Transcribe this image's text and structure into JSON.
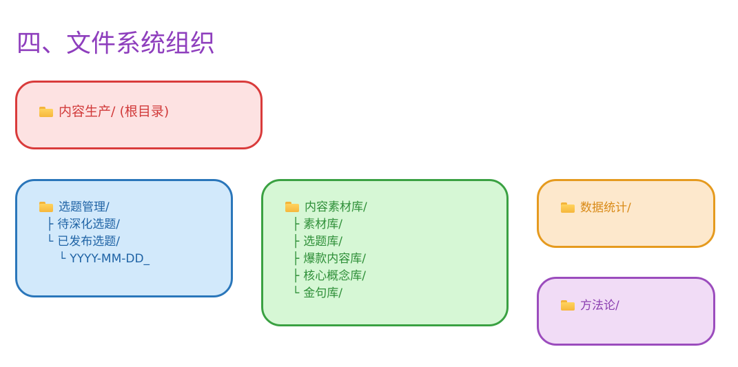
{
  "title": "四、文件系统组织",
  "icons": {
    "folder": "folder-icon"
  },
  "colors": {
    "title": "#8e3ebd",
    "root": {
      "fill": "#fde2e2",
      "stroke": "#d93b3b",
      "text": "#d13a3a"
    },
    "topics": {
      "fill": "#d2e9fb",
      "stroke": "#2a76ba",
      "text": "#1f63a5"
    },
    "materials": {
      "fill": "#d6f7d5",
      "stroke": "#3aa142",
      "text": "#2e8f38"
    },
    "stats": {
      "fill": "#fde8cc",
      "stroke": "#e59a1e",
      "text": "#d98a17"
    },
    "method": {
      "fill": "#f1dcf6",
      "stroke": "#9b4cbd",
      "text": "#8b3fb0"
    }
  },
  "root": {
    "label": "内容生产/ (根目录)"
  },
  "topics": {
    "label": "选题管理/",
    "children": [
      {
        "prefix": "├",
        "label": "待深化选题/"
      },
      {
        "prefix": "└",
        "label": "已发布选题/"
      }
    ],
    "grandchild": {
      "prefix": "└",
      "label": "YYYY-MM-DD_"
    }
  },
  "materials": {
    "label": "内容素材库/",
    "children": [
      {
        "prefix": "├",
        "label": "素材库/"
      },
      {
        "prefix": "├",
        "label": "选题库/"
      },
      {
        "prefix": "├",
        "label": "爆款内容库/"
      },
      {
        "prefix": "├",
        "label": "核心概念库/"
      },
      {
        "prefix": "└",
        "label": "金句库/"
      }
    ]
  },
  "stats": {
    "label": "数据统计/"
  },
  "method": {
    "label": "方法论/"
  }
}
